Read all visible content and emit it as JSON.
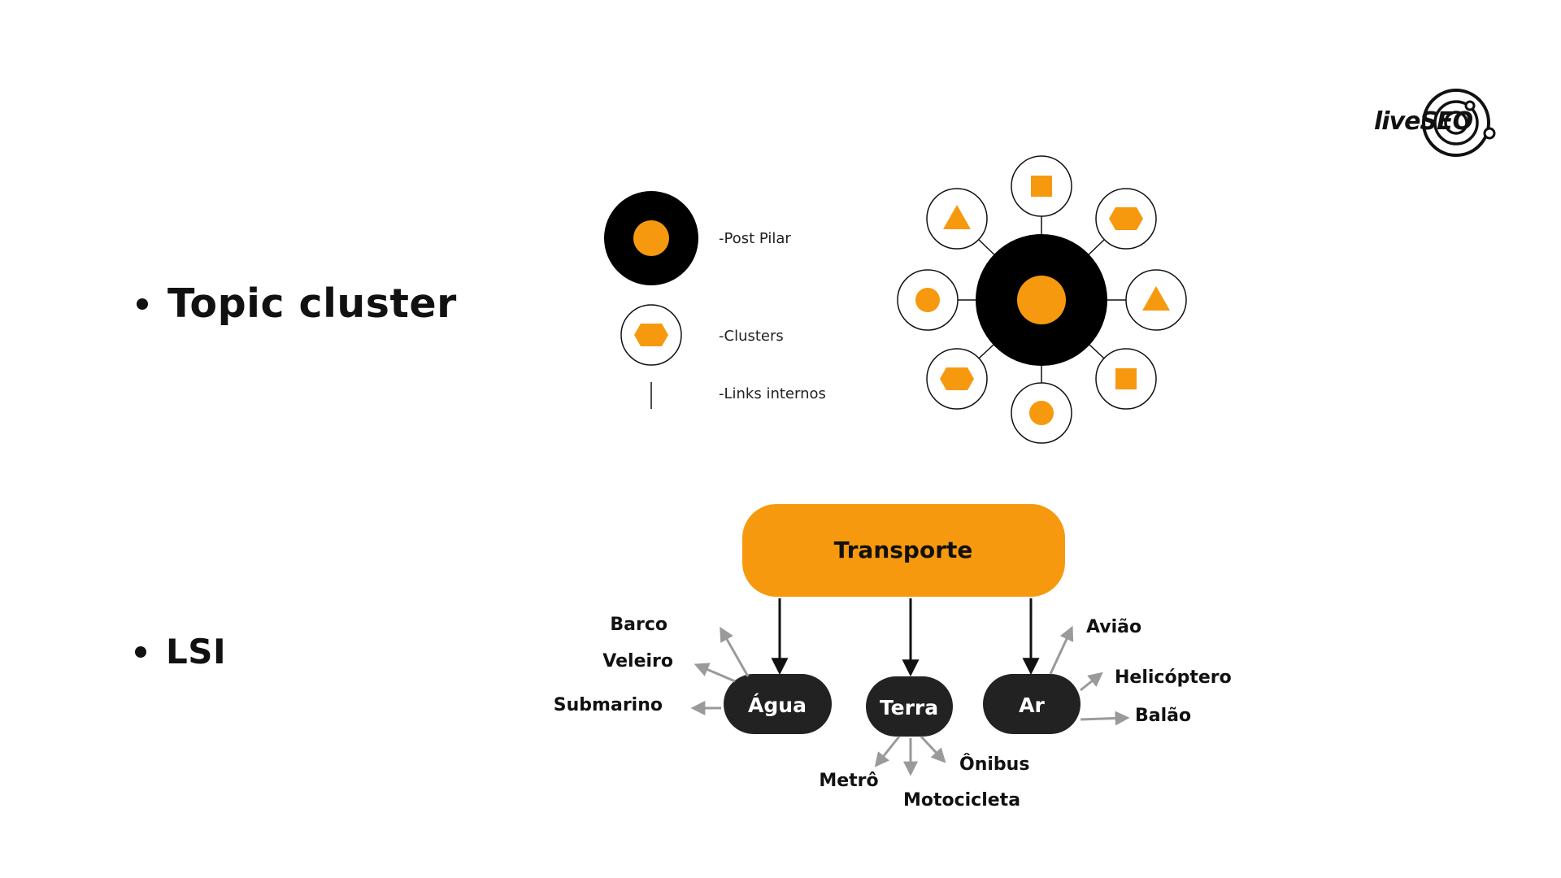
{
  "slide": {
    "bullets": [
      {
        "label": "Topic cluster"
      },
      {
        "label": "LSI"
      }
    ]
  },
  "logo": {
    "text": "liveSEO"
  },
  "colors": {
    "accent": "#F7990E",
    "dark": "#000000",
    "node_dark": "#222222",
    "arrow_gray": "#9A9A9A"
  },
  "legend": {
    "post_pilar": "-Post Pilar",
    "clusters": "-Clusters",
    "links_internos": "-Links internos"
  },
  "cluster_diagram": {
    "center_icon": "circle",
    "satellite_icons": [
      "square",
      "hexagon",
      "triangle",
      "square",
      "circle",
      "hexagon",
      "circle",
      "triangle"
    ]
  },
  "lsi": {
    "root": "Transporte",
    "children": [
      {
        "label": "Água",
        "leaves": [
          "Barco",
          "Veleiro",
          "Submarino"
        ]
      },
      {
        "label": "Terra",
        "leaves": [
          "Metrô",
          "Motocicleta",
          "Ônibus"
        ]
      },
      {
        "label": "Ar",
        "leaves": [
          "Avião",
          "Helicóptero",
          "Balão"
        ]
      }
    ]
  }
}
